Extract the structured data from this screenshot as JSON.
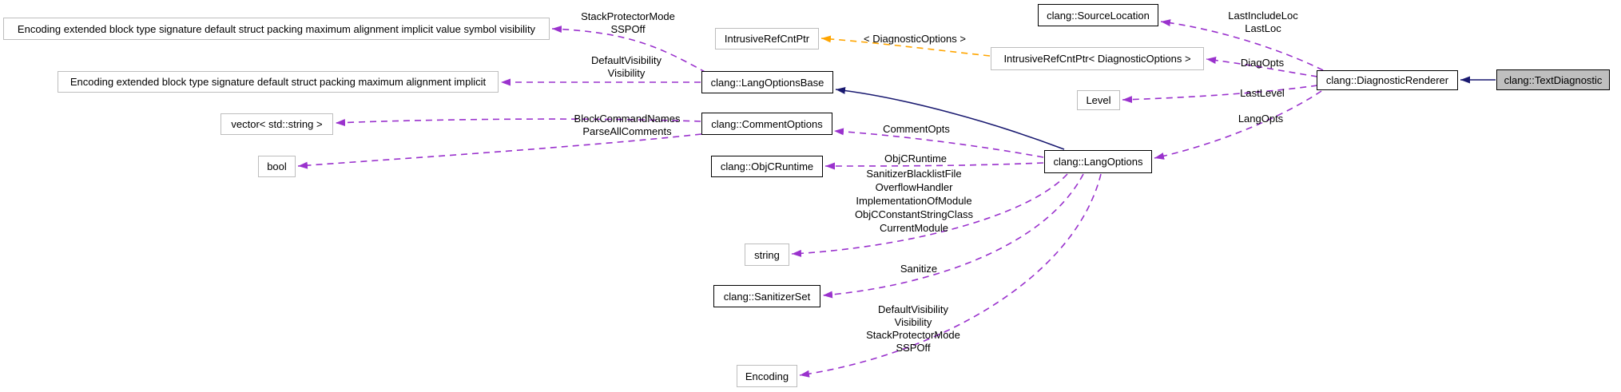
{
  "diagram": {
    "kind": "collaboration-graph",
    "colors": {
      "usage_edge": "#9a32cd",
      "template_edge": "#ffa500",
      "inheritance_edge": "#191970",
      "focus_node_fill": "#bfbfbf",
      "documented_node_border": "#000000",
      "external_node_border": "#bdbdbd"
    },
    "nodes": {
      "bitfields_full": {
        "label": "Encoding extended block type signature default struct packing maximum alignment implicit value symbol visibility"
      },
      "bitfields_partial": {
        "label": "Encoding extended block type signature default struct packing maximum alignment implicit"
      },
      "vector_string": {
        "label": "vector< std::string >"
      },
      "bool": {
        "label": "bool"
      },
      "intrusiverefcntptr": {
        "label": "IntrusiveRefCntPtr"
      },
      "langoptionsbase": {
        "label": "clang::LangOptionsBase"
      },
      "commentoptions": {
        "label": "clang::CommentOptions"
      },
      "objcruntime": {
        "label": "clang::ObjCRuntime"
      },
      "string": {
        "label": "string"
      },
      "sanitizerset": {
        "label": "clang::SanitizerSet"
      },
      "encoding": {
        "label": "Encoding"
      },
      "sourcelocation": {
        "label": "clang::SourceLocation"
      },
      "intrusiverefcntptr_diagopts": {
        "label": "IntrusiveRefCntPtr< DiagnosticOptions >"
      },
      "level": {
        "label": "Level"
      },
      "langoptions": {
        "label": "clang::LangOptions"
      },
      "diagnosticrenderer": {
        "label": "clang::DiagnosticRenderer"
      },
      "textdiagnostic": {
        "label": "clang::TextDiagnostic"
      }
    },
    "edge_labels": {
      "stackprotector": "StackProtectorMode\nSSPOff",
      "defaultvisibility": "DefaultVisibility\nVisibility",
      "blockcommandnames": "BlockCommandNames\nParseAllComments",
      "template_args": "< DiagnosticOptions >",
      "lastincludeloc": "LastIncludeLoc\nLastLoc",
      "diagopts": "DiagOpts",
      "lastlevel": "LastLevel",
      "langopts": "LangOpts",
      "commentopts": "CommentOpts",
      "objcruntime": "ObjCRuntime",
      "langoptions_strings": "SanitizerBlacklistFile\nOverflowHandler\nImplementationOfModule\nObjCConstantStringClass\nCurrentModule",
      "sanitize": "Sanitize",
      "visibility_block": "DefaultVisibility\nVisibility\nStackProtectorMode\nSSPOff"
    },
    "edges": [
      {
        "from": "langoptionsbase",
        "to": "bitfields_full",
        "label": "StackProtectorMode SSPOff",
        "style": "usage"
      },
      {
        "from": "langoptionsbase",
        "to": "bitfields_partial",
        "label": "DefaultVisibility Visibility",
        "style": "usage"
      },
      {
        "from": "commentoptions",
        "to": "vector_string",
        "label": "BlockCommandNames",
        "style": "usage"
      },
      {
        "from": "commentoptions",
        "to": "bool",
        "label": "ParseAllComments",
        "style": "usage"
      },
      {
        "from": "intrusiverefcntptr_diagopts",
        "to": "intrusiverefcntptr",
        "label": "< DiagnosticOptions >",
        "style": "template"
      },
      {
        "from": "langoptions",
        "to": "commentoptions",
        "label": "CommentOpts",
        "style": "usage"
      },
      {
        "from": "langoptions",
        "to": "objcruntime",
        "label": "ObjCRuntime",
        "style": "usage"
      },
      {
        "from": "langoptions",
        "to": "string",
        "label": "SanitizerBlacklistFile OverflowHandler ImplementationOfModule ObjCConstantStringClass CurrentModule",
        "style": "usage"
      },
      {
        "from": "langoptions",
        "to": "sanitizerset",
        "label": "Sanitize",
        "style": "usage"
      },
      {
        "from": "langoptions",
        "to": "encoding",
        "label": "DefaultVisibility Visibility StackProtectorMode SSPOff",
        "style": "usage"
      },
      {
        "from": "langoptions",
        "to": "langoptionsbase",
        "label": "",
        "style": "inheritance"
      },
      {
        "from": "diagnosticrenderer",
        "to": "sourcelocation",
        "label": "LastIncludeLoc LastLoc",
        "style": "usage"
      },
      {
        "from": "diagnosticrenderer",
        "to": "intrusiverefcntptr_diagopts",
        "label": "DiagOpts",
        "style": "usage"
      },
      {
        "from": "diagnosticrenderer",
        "to": "level",
        "label": "LastLevel",
        "style": "usage"
      },
      {
        "from": "diagnosticrenderer",
        "to": "langoptions",
        "label": "LangOpts",
        "style": "usage"
      },
      {
        "from": "textdiagnostic",
        "to": "diagnosticrenderer",
        "label": "",
        "style": "inheritance"
      }
    ]
  }
}
